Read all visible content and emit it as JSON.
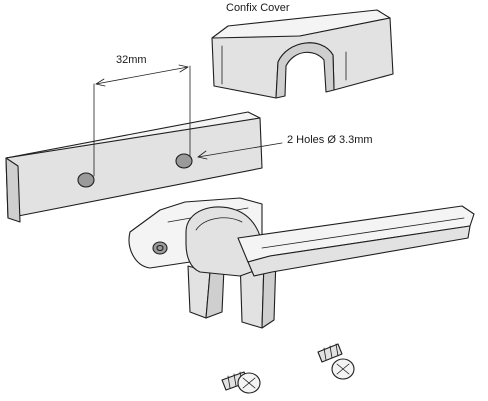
{
  "labels": {
    "cover": "Confix Cover",
    "dimension": "32mm",
    "holes": "2 Holes Ø 3.3mm"
  },
  "colors": {
    "line": "#1f1f1f",
    "face_light": "#f4f4f4",
    "face_mid": "#e2e2e2",
    "face_dark": "#cfcfcf",
    "shadow": "#9a9a9a"
  }
}
